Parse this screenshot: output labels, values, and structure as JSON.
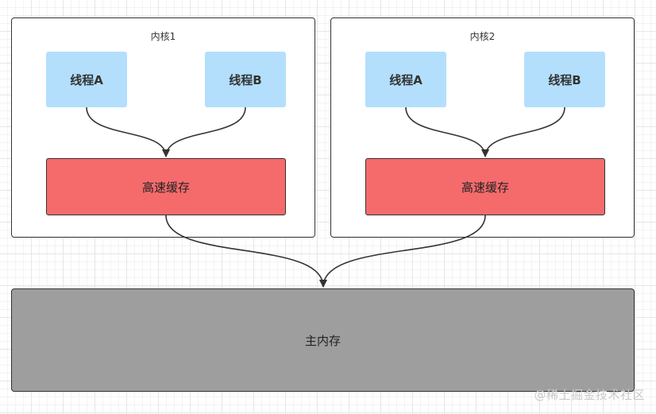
{
  "cores": [
    {
      "label": "内核1",
      "threads": [
        "线程A",
        "线程B"
      ],
      "cache": "高速缓存"
    },
    {
      "label": "内核2",
      "threads": [
        "线程A",
        "线程B"
      ],
      "cache": "高速缓存"
    }
  ],
  "main_memory": "主内存",
  "watermark": "@稀土掘金技术社区",
  "colors": {
    "thread_fill": "#b3dffc",
    "cache_fill": "#f56b6c",
    "memory_fill": "#9e9e9e",
    "stroke": "#333333"
  }
}
